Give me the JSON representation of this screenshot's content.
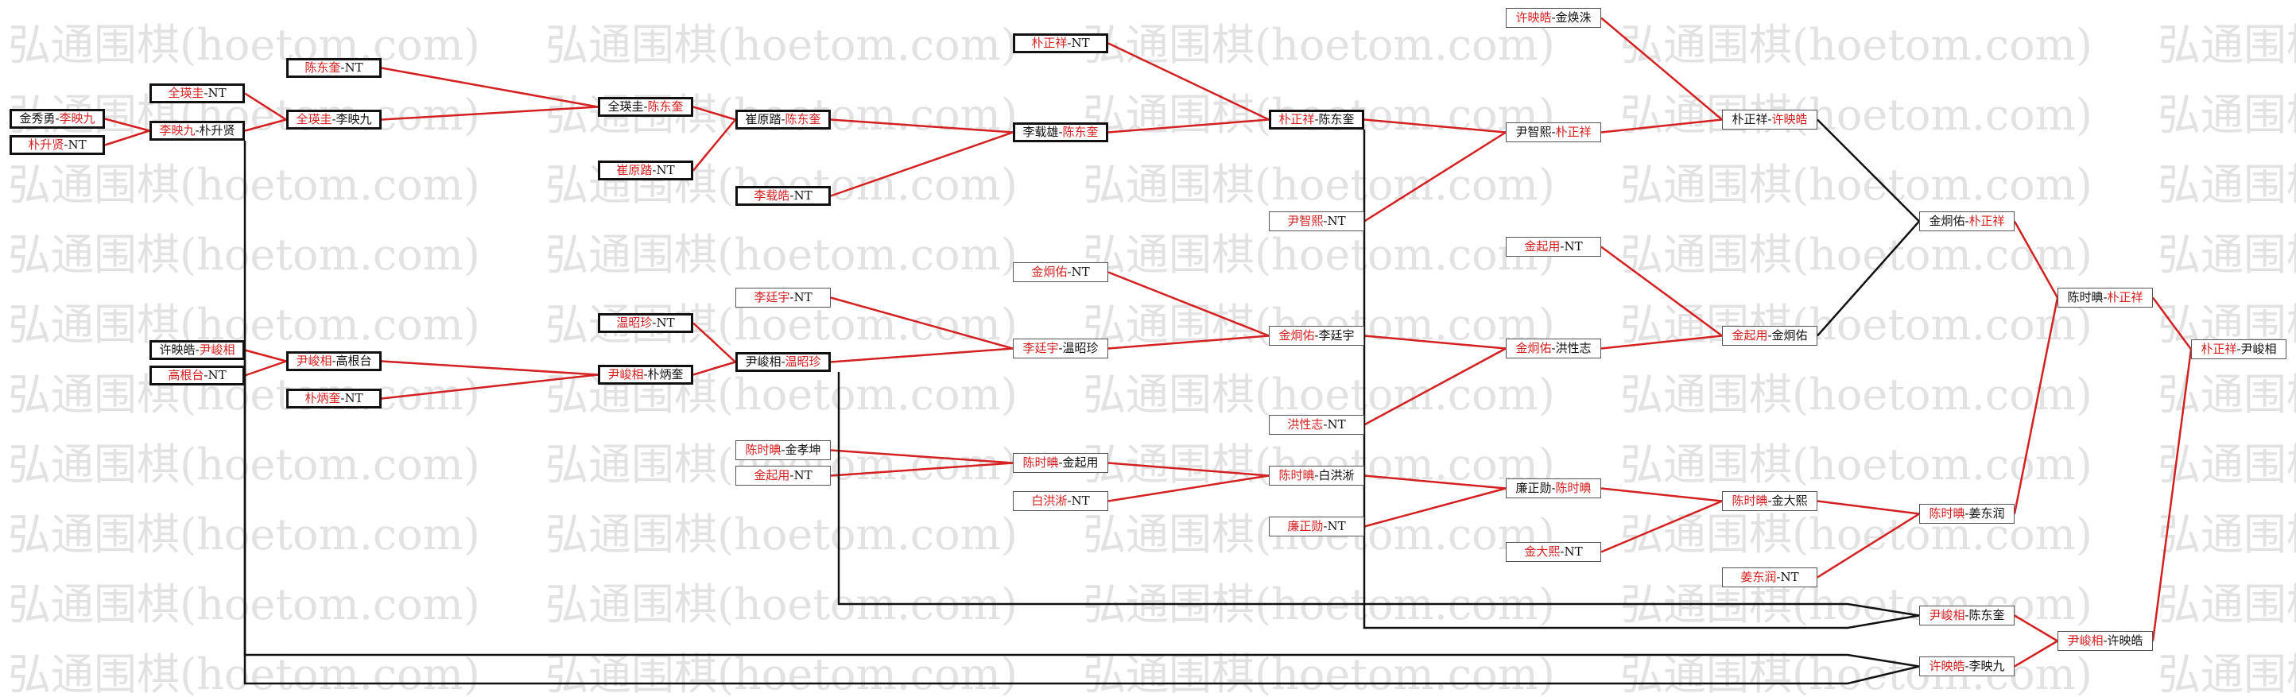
{
  "watermark": "弘通围棋(hoetom.com)",
  "colors": {
    "winner": "#d42020",
    "line_win": "#d42020",
    "line_loss": "#111111",
    "watermark": "#e2e2e2"
  },
  "bracket": {
    "r1_top": {
      "a": "金秀勇",
      "b": "李映九",
      "w": "b"
    },
    "r1_top_bye": {
      "a": "朴升贤",
      "b": "NT",
      "w": "a"
    },
    "r1_bot": {
      "a": "许映皓",
      "b": "尹峻相",
      "w": "b"
    },
    "r1_bot_bye": {
      "a": "高根台",
      "b": "NT",
      "w": "a"
    },
    "r2_a": {
      "a": "全瑛圭",
      "b": "NT",
      "w": "a"
    },
    "r2_b": {
      "a": "李映九",
      "b": "朴升贤",
      "w": "a"
    },
    "r2_c": {
      "a": "尹峻相",
      "b": "高根台",
      "w": "a"
    },
    "r2_d": {
      "a": "朴炳奎",
      "b": "NT",
      "w": "a"
    },
    "r3_a": {
      "a": "陈东奎",
      "b": "NT",
      "w": "a"
    },
    "r3_b": {
      "a": "全瑛圭",
      "b": "李映九",
      "w": "a"
    },
    "r3_c": {
      "a": "崔原踏",
      "b": "NT",
      "w": "a"
    },
    "r3_d": {
      "a": "温昭珍",
      "b": "NT",
      "w": "a"
    },
    "r3_e": {
      "a": "尹峻相",
      "b": "朴炳奎",
      "w": "a"
    },
    "r4_a": {
      "a": "全瑛圭",
      "b": "陈东奎",
      "w": "b"
    },
    "r4_b": {
      "a": "崔原踏",
      "b": "陈东奎",
      "w": "b"
    },
    "r4_c": {
      "a": "李载皓",
      "b": "NT",
      "w": "a"
    },
    "r4_d": {
      "a": "李廷宇",
      "b": "NT",
      "w": "a"
    },
    "r4_e": {
      "a": "尹峻相",
      "b": "温昭珍",
      "w": "b"
    },
    "r4_f": {
      "a": "陈时晪",
      "b": "金孝坤",
      "w": "a"
    },
    "r4_g": {
      "a": "金起用",
      "b": "NT",
      "w": "a"
    },
    "r5_a": {
      "a": "朴正祥",
      "b": "NT",
      "w": "a"
    },
    "r5_b": {
      "a": "李载雄",
      "b": "陈东奎",
      "w": "b"
    },
    "r5_c": {
      "a": "金炯佑",
      "b": "NT",
      "w": "a"
    },
    "r5_d": {
      "a": "李廷宇",
      "b": "温昭珍",
      "w": "a"
    },
    "r5_e": {
      "a": "陈时晪",
      "b": "金起用",
      "w": "a"
    },
    "r5_f": {
      "a": "白洪淅",
      "b": "NT",
      "w": "a"
    },
    "r6_a": {
      "a": "朴正祥",
      "b": "陈东奎",
      "w": "a"
    },
    "r6_b": {
      "a": "尹智熙",
      "b": "NT",
      "w": "a"
    },
    "r6_c": {
      "a": "金炯佑",
      "b": "李廷宇",
      "w": "a"
    },
    "r6_d": {
      "a": "洪性志",
      "b": "NT",
      "w": "a"
    },
    "r6_e": {
      "a": "陈时晪",
      "b": "白洪淅",
      "w": "a"
    },
    "r6_f": {
      "a": "廉正勋",
      "b": "NT",
      "w": "a"
    },
    "r7_a": {
      "a": "许映皓",
      "b": "金焕洙",
      "w": "a"
    },
    "r7_b": {
      "a": "尹智熙",
      "b": "朴正祥",
      "w": "b"
    },
    "r7_c": {
      "a": "金起用",
      "b": "NT",
      "w": "a"
    },
    "r7_d": {
      "a": "金炯佑",
      "b": "洪性志",
      "w": "a"
    },
    "r7_e": {
      "a": "廉正勋",
      "b": "陈时晪",
      "w": "b"
    },
    "r7_f": {
      "a": "金大熙",
      "b": "NT",
      "w": "a"
    },
    "r8_a": {
      "a": "朴正祥",
      "b": "许映皓",
      "w": "b"
    },
    "r8_b": {
      "a": "金起用",
      "b": "金炯佑",
      "w": "a"
    },
    "r8_c": {
      "a": "陈时晪",
      "b": "金大熙",
      "w": "a"
    },
    "r8_d": {
      "a": "姜东润",
      "b": "NT",
      "w": "a"
    },
    "r9_a": {
      "a": "金炯佑",
      "b": "朴正祥",
      "w": "b"
    },
    "r9_b": {
      "a": "陈时晪",
      "b": "姜东润",
      "w": "a"
    },
    "r9_c": {
      "a": "尹峻相",
      "b": "陈东奎",
      "w": "a"
    },
    "r9_d": {
      "a": "许映皓",
      "b": "李映九",
      "w": "a"
    },
    "r10_a": {
      "a": "陈时晪",
      "b": "朴正祥",
      "w": "b"
    },
    "r10_b": {
      "a": "尹峻相",
      "b": "许映皓",
      "w": "a"
    },
    "final": {
      "a": "朴正祥",
      "b": "尹峻相",
      "w": "a"
    }
  }
}
